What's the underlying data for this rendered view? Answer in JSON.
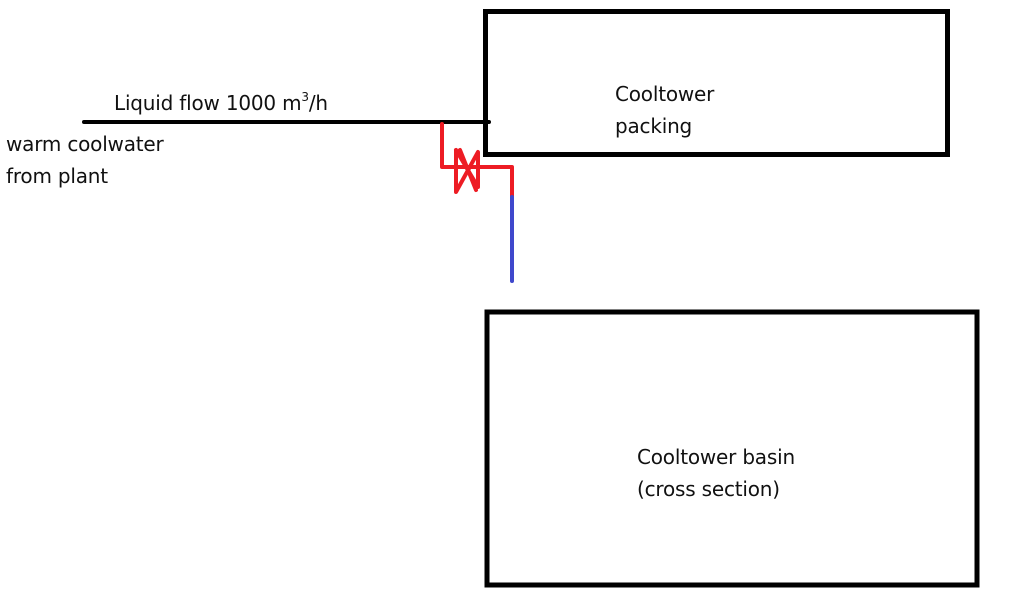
{
  "diagram": {
    "title": "Cooltower flow sketch",
    "labels": {
      "flow": {
        "prefix": "Liquid flow 1000 m",
        "superscript": "3",
        "suffix": "/h"
      },
      "source": {
        "line1": "warm coolwater",
        "line2": "from plant"
      },
      "packing": {
        "line1": "Cooltower",
        "line2": "packing"
      },
      "basin": {
        "line1": "Cooltower basin",
        "line2": "(cross section)"
      }
    },
    "components": [
      {
        "id": "inlet-pipe",
        "type": "pipe",
        "color": "#000000"
      },
      {
        "id": "bypass-pipe",
        "type": "pipe",
        "color": "#ed1c24"
      },
      {
        "id": "bypass-valve",
        "type": "butterfly-valve",
        "color": "#ed1c24"
      },
      {
        "id": "drop-pipe",
        "type": "pipe",
        "color": "#3f48cc"
      },
      {
        "id": "cooltower-packing",
        "type": "box",
        "color": "#000000"
      },
      {
        "id": "cooltower-basin",
        "type": "box",
        "color": "#000000"
      }
    ],
    "colors": {
      "outline": "#000000",
      "bypass": "#ed1c24",
      "drop": "#3f48cc",
      "background": "#ffffff"
    }
  }
}
